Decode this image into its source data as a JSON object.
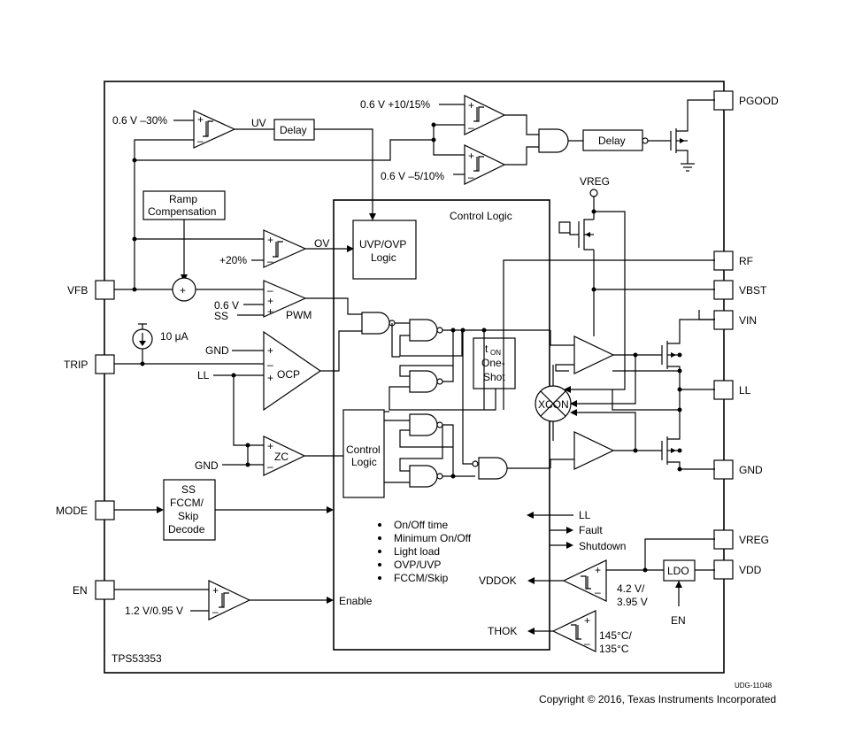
{
  "chip_name": "TPS53353",
  "doc_id": "UDG-11048",
  "copyright": "Copyright © 2016, Texas Instruments Incorporated",
  "pins_left": [
    "VFB",
    "TRIP",
    "MODE",
    "EN"
  ],
  "pins_right": [
    "PGOOD",
    "RF",
    "VBST",
    "VIN",
    "LL",
    "GND",
    "VREG",
    "VDD"
  ],
  "blocks": {
    "control_logic_title": "Control Logic",
    "uvp_ovp_logic": [
      "UVP/OVP",
      "Logic"
    ],
    "ramp_compensation": [
      "Ramp",
      "Compensation"
    ],
    "ss_decode": [
      "SS",
      "FCCM/",
      "Skip",
      "Decode"
    ],
    "ton_one_shot": [
      "t",
      "ON",
      "One-",
      "Shot"
    ],
    "inner_control_logic": [
      "Control",
      "Logic"
    ],
    "delay_uv": "Delay",
    "delay_pg": "Delay",
    "xcon": "XCON",
    "ldo": "LDO"
  },
  "labels": {
    "uv_thresh": "0.6 V –30%",
    "uv": "UV",
    "pg_high": "0.6 V +10/15%",
    "pg_low": "0.6 V –5/10%",
    "vreg_top": "VREG",
    "ov_thresh": "+20%",
    "ov": "OV",
    "pwm_ref1": "0.6 V",
    "pwm_ref2": "SS",
    "pwm": "PWM",
    "current_src": "10 μA",
    "ocp_gnd": "GND",
    "ocp_ll": "LL",
    "ocp": "OCP",
    "zc": "ZC",
    "zc_gnd": "GND",
    "en_thresh": "1.2 V/0.95 V",
    "enable": "Enable",
    "ll_in": "LL",
    "fault": "Fault",
    "shutdown": "Shutdown",
    "vddok": "VDDOK",
    "vddok_thresh1": "4.2 V/",
    "vddok_thresh2": "3.95 V",
    "thok": "THOK",
    "thok_thresh1": "145°C/",
    "thok_thresh2": "135°C",
    "ldo_en": "EN"
  },
  "features": [
    "On/Off time",
    "Minimum On/Off",
    "Light load",
    "OVP/UVP",
    "FCCM/Skip"
  ]
}
